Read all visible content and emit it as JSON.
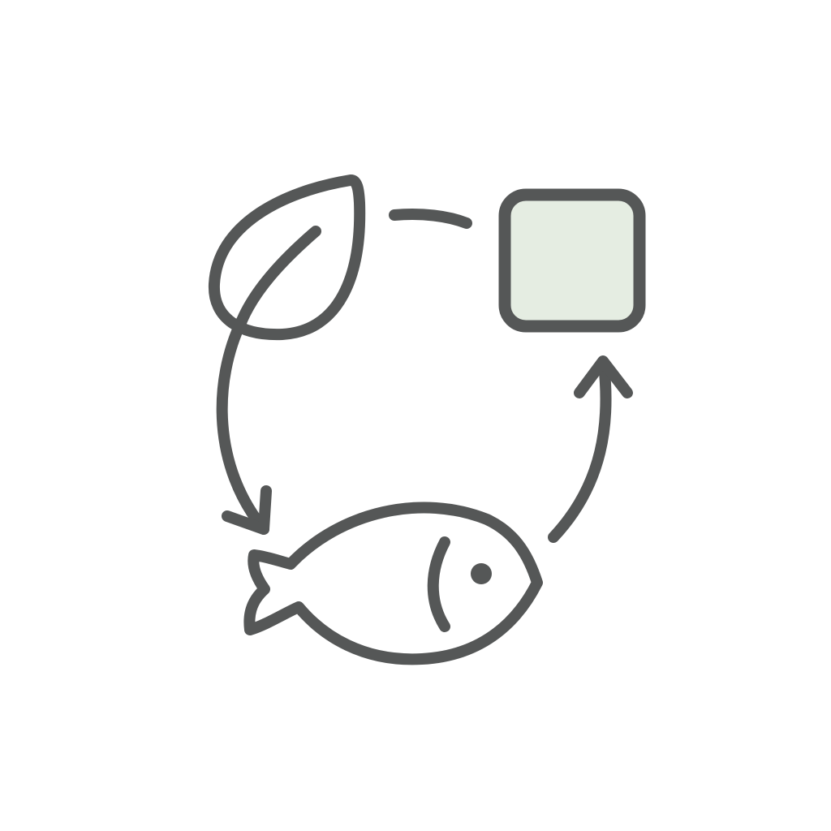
{
  "diagram": {
    "kind": "cycle",
    "colors": {
      "stroke": "#555757",
      "square_fill": "#e5ede2",
      "background": "#ffffff"
    },
    "nodes": [
      {
        "id": "leaf",
        "icon": "leaf-icon"
      },
      {
        "id": "square",
        "icon": "square-box-icon"
      },
      {
        "id": "fish",
        "icon": "fish-icon"
      }
    ],
    "connectors": [
      {
        "from": "leaf",
        "to": "square",
        "style": "dashed-arc",
        "arrowhead": false
      },
      {
        "from": "leaf",
        "to": "fish",
        "style": "solid-arc",
        "arrowhead": true
      },
      {
        "from": "fish",
        "to": "square",
        "style": "solid-arc",
        "arrowhead": true
      }
    ]
  }
}
